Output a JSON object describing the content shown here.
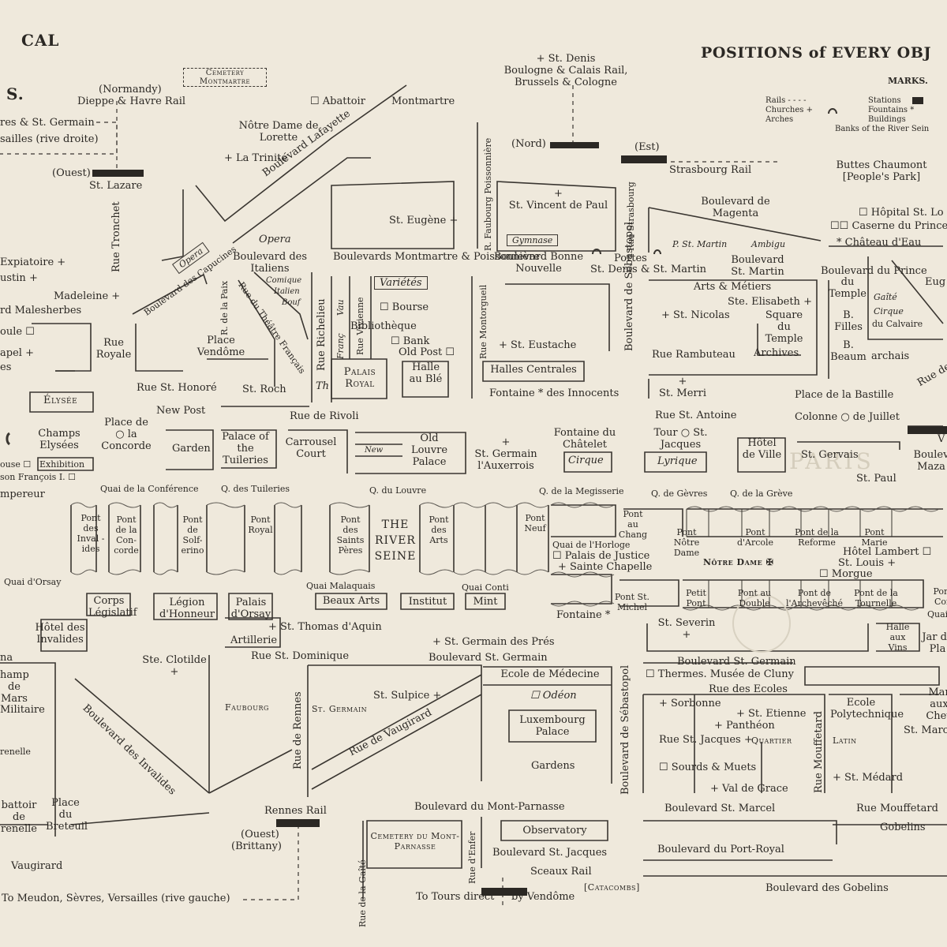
{
  "header": {
    "left_title": "CAL",
    "left_subtitle": "S.",
    "right_title": "POSITIONS of EVERY OBJ",
    "marks_heading": "MARKS.",
    "watermark": "PARIS"
  },
  "legend": {
    "rails": "Rails - - - -",
    "churches": "Churches +",
    "arches": "Arches",
    "stations": "Stations",
    "fountains": "Fountains *",
    "buildings": "Buildings",
    "banks": "Banks of the River Sein"
  },
  "labels": {
    "cemetery_montmartre_1": "Cemetery",
    "cemetery_montmartre_2": "Montmartre",
    "normandy": "(Normandy)",
    "dieppe": "Dieppe & Havre Rail",
    "st_germain_rail": "res & St. Germain",
    "versailles_rd": "sailles (rive droite)",
    "ouest_north": "(Ouest)",
    "st_lazare": "St. Lazare",
    "abattoir": "Abattoir",
    "montmartre": "Montmartre",
    "notre_dame_lorette": "Nôtre Dame de Lorette",
    "la_trinite": "La Trinité",
    "st_denis_1": "St. Denis",
    "st_denis_2": "Boulogne & Calais Rail,",
    "st_denis_3": "Brussels & Cologne",
    "nord": "(Nord)",
    "est": "(Est)",
    "strasbourg_rail": "Strasbourg Rail",
    "buttes_1": "Buttes Chaumont",
    "buttes_2": "[People's Park]",
    "bd_lafayette": "Boulevard Lafayette",
    "rue_tronchet": "Rue Tronchet",
    "st_eugene": "St. Eugène",
    "r_faubourg_poissonniere": "R. Faubourg Poissonnière",
    "st_vincent_de_paul": "St. Vincent de Paul",
    "rue_strasbourg": "Rue Strasbourg",
    "bd_magenta": "Boulevard de Magenta",
    "hopital": "Hôpital St. Lo",
    "caserne": "Caserne du Prince",
    "chateau_eau": "Château d'Eau",
    "opera_1": "Opera",
    "opera_2": "Opera",
    "gymnase": "Gymnase",
    "p_st_martin": "P. St. Martin",
    "ambigu": "Ambigu",
    "expiatoire": "Expiatoire",
    "augustin": "ustin",
    "madeleine": "Madeleine",
    "malesherbes": "rd Malesherbes",
    "boule": "oule",
    "chapel": "apel",
    "es": "es",
    "bd_capucines": "Boulevard des Capucines",
    "bd_italiens": "Boulevard des Italiens",
    "comique": "Comique",
    "italien": "Italien",
    "bouf": "Bouf",
    "bd_montmartre": "Boulevards Montmartre & Poissonnière",
    "bd_bonne_nouvelle": "Boulevard Bonne Nouvelle",
    "portes": "Portes",
    "st_denis_st_martin": "St. Denis & St. Martin",
    "bd_st_martin": "Boulevard St. Martin",
    "bd_prince": "Boulevard du Prince",
    "eug": "Eug",
    "rue_royale": "Rue Royale",
    "r_de_la_paix": "R. de la Paix",
    "rue_theatre_francais": "Rue du Théâtre Français",
    "rue_richelieu": "Rue Richelieu",
    "franc": "Franç",
    "vau": "Vau",
    "rue_vivienne": "Rue Vivienne",
    "varietes": "Variétés",
    "bourse": "Bourse",
    "bibliotheque": "Bibliothèque",
    "bank": "Bank",
    "old_post": "Old Post",
    "rue_montorgueil": "Rue Montorgueil",
    "st_eustache": "St. Eustache",
    "bd_sebastopol_n": "Boulevard de Sébastopol",
    "arts_metiers": "Arts & Métiers",
    "ste_elisabeth": "Ste. Elisabeth",
    "st_nicolas": "St. Nicolas",
    "square_temple": "Square du Temple",
    "du_temple": "du Temple",
    "b_filles": "B. Filles",
    "gaite": "Gaîté",
    "cirque_1": "Cirque",
    "du_calvaire": "du Calvaire",
    "place_vendome": "Place Vendôme",
    "palais_royal": "Palais Royal",
    "halle_au_ble": "Halle au Blé",
    "halles_centrales": "Halles Centrales",
    "archives": "Archives",
    "rue_rambuteau": "Rue Rambuteau",
    "b_beaum": "B. Beaum",
    "marais": "archais",
    "rue_de": "Rue de",
    "rue_st_honore": "Rue St. Honoré",
    "st_roch": "St. Roch",
    "th": "Th",
    "fontaine_innocents": "Fontaine * des Innocents",
    "st_merri": "St. Merri",
    "place_bastille": "Place de la Bastille",
    "elysee": "Élysée",
    "new_post": "New Post",
    "rue_rivoli": "Rue de Rivoli",
    "rue_st_antoine": "Rue St. Antoine",
    "colonne": "Colonne ○ de Juillet",
    "champs_elysees": "Champs Elysées",
    "place_concorde": "Place de ○ la Concorde",
    "garden": "Garden",
    "palace_tuileries": "Palace of the Tuileries",
    "carrousel": "Carrousel Court",
    "new": "New",
    "old_louvre": "Old Louvre Palace",
    "st_germain_auxerrois": "St. Germain l'Auxerrois",
    "fontaine_chatelet": "Fontaine du Châtelet",
    "cirque_2": "Cirque",
    "tour_st_jacques": "Tour ○ St. Jacques",
    "lyrique": "Lyrique",
    "hotel_de_ville": "Hôtel de Ville",
    "st_gervais": "St. Gervais",
    "st_paul": "St. Paul",
    "boulev_maza": "Boulev Maza",
    "v": "V",
    "exhibition": "Exhibition",
    "ouse": "ouse",
    "maison_francois": "son François I.",
    "empereur": "mpereur",
    "quai_conference": "Quai de la Conférence",
    "q_tuileries": "Q. des Tuileries",
    "q_louvre": "Q. du Louvre",
    "q_megisserie": "Q. de la Megisserie",
    "q_gevres": "Q. de Gèvres",
    "q_greve": "Q. de la Grève",
    "pont_invalides": "Pont des Inval -ides",
    "pont_concorde": "Pont de la Con- corde",
    "pont_solferino": "Pont de Solf- erino",
    "pont_royal": "Pont Royal",
    "pont_saints_peres": "Pont des Saints Pères",
    "the_river_seine": "THE RIVER SEINE",
    "pont_arts": "Pont des Arts",
    "pont_neuf": "Pont Neuf",
    "pont_au_change": "Pont au Chang",
    "quai_horloge": "Quai de l'Horloge",
    "palais_justice": "Palais de Justice",
    "sainte_chapelle": "Sainte Chapelle",
    "notre_dame": "Nôtre Dame",
    "pont_notre_dame": "Pont Nôtre Dame",
    "pont_arcole": "Pont d'Arcole",
    "pont_reforme": "Pont de la Reforme",
    "pont_marie": "Pont Marie",
    "hotel_lambert": "Hôtel Lambert",
    "st_louis": "St. Louis",
    "morgue": "Morgue",
    "quai_orsay": "Quai d'Orsay",
    "quai_malaquais": "Quai Malaquais",
    "quai_conti": "Quai Conti",
    "corps_legislatif": "Corps Législatif",
    "legion_honneur": "Légion d'Honneur",
    "palais_orsay": "Palais d'Orsay",
    "beaux_arts": "Beaux Arts",
    "institut": "Institut",
    "mint": "Mint",
    "pont_st_michel": "Pont St. Michel",
    "petit_pont": "Petit Pont",
    "pont_au_double": "Pont au Double",
    "pont_archeveche": "Pont de l'Archevêché",
    "pont_tournelle": "Pont de la Tournelle",
    "pont_con": "Pont Con",
    "quai": "Quai",
    "fontaine_south": "Fontaine",
    "hotel_invalides": "Hôtel des Invalides",
    "st_thomas_aquin": "St. Thomas d'Aquin",
    "artillerie": "Artillerie",
    "st_germain_pres": "St. Germain des Prés",
    "st_severin": "St. Severin",
    "halle_aux_vins": "Halle aux Vins",
    "jardin_plantes": "Jar de Pla",
    "na": "na",
    "ste_clotilde": "Ste. Clotilde",
    "rue_st_dominique": "Rue St. Dominique",
    "bd_st_germain_w": "Boulevard St. Germain",
    "bd_st_germain_e": "Boulevard St. Germain",
    "champ_de_mars": "hamp de Mars",
    "ecole_militaire": "Militaire",
    "bd_invalides": "Boulevard des Invalides",
    "faubourg": "Faubourg",
    "st_germain_quarter": "St. Germain",
    "rue_de_rennes": "Rue de Rennes",
    "st_sulpice": "St. Sulpice",
    "rue_vaugirard": "Rue de Vaugirard",
    "ecole_medecine": "Ecole de Médecine",
    "odeon": "Odéon",
    "luxembourg": "Luxembourg Palace",
    "gardens": "Gardens",
    "bd_sebastopol_s": "Boulevard de Sébastopol",
    "thermes": "Thermes. Musée de Cluny",
    "rue_ecoles": "Rue des Ecoles",
    "sorbonne": "Sorbonne",
    "st_etienne": "St. Etienne",
    "pantheon": "Panthéon",
    "quartier_latin": "Quartier",
    "latin": "Latin",
    "rue_st_jacques": "Rue St. Jacques",
    "sourds_muets": "Sourds & Muets",
    "rue_mouffetard_v": "Rue Mouffetard",
    "ecole_polytechnique": "Ecole Polytechnique",
    "st_medard": "St. Médard",
    "val_de_grace": "Val de Grace",
    "marche": "Mar aux Chev",
    "st_marc": "St. Marc",
    "grenelle": "renelle",
    "abattoir_grenelle": "battoir de renelle",
    "place_breteuil": "Place du Breteuil",
    "rennes_rail": "Rennes Rail",
    "ouest_south": "(Ouest)",
    "brittany": "(Brittany)",
    "bd_mont_parnasse": "Boulevard du Mont-Parnasse",
    "bd_st_marcel": "Boulevard St. Marcel",
    "rue_mouffetard_h": "Rue Mouffetard",
    "gobelins": "Gobelins",
    "cemetery_mont_parnasse": "Cemetery du Mont-Parnasse",
    "rue_gaite": "Rue de la Gaîté",
    "rue_enfer": "Rue d'Enfer",
    "observatory": "Observatory",
    "bd_st_jacques": "Boulevard St. Jacques",
    "sceaux_rail": "Sceaux Rail",
    "bd_port_royal": "Boulevard du Port-Royal",
    "vaugirard": "Vaugirard",
    "to_meudon": "To Meudon, Sèvres, Versailles (rive gauche)",
    "to_tours": "To Tours direct",
    "by_vendome": "by Vendôme",
    "catacombs": "[Catacombs]",
    "bd_gobelins": "Boulevard des Gobelins"
  }
}
